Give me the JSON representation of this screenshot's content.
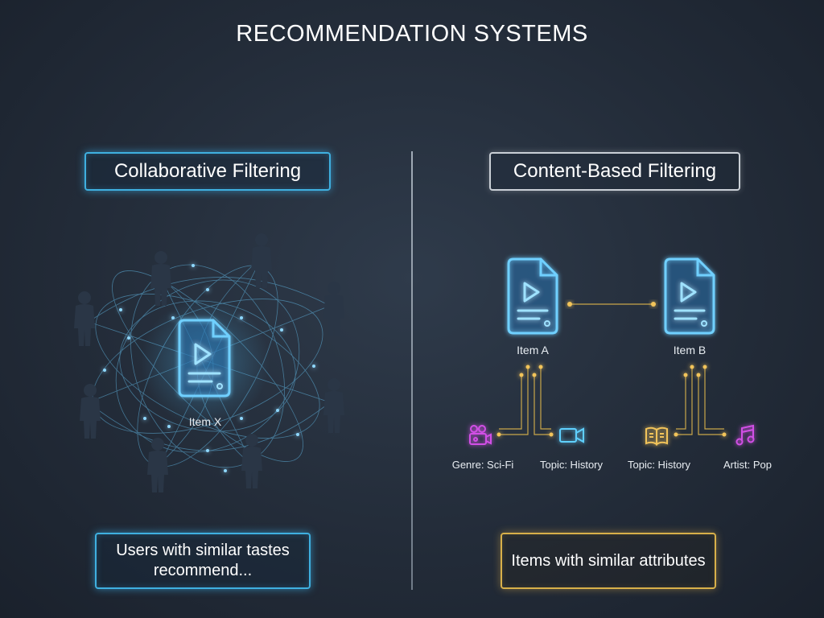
{
  "title": "RECOMMENDATION SYSTEMS",
  "left": {
    "heading": "Collaborative Filtering",
    "center_item": "Item X",
    "caption": "Users with similar tastes recommend..."
  },
  "right": {
    "heading": "Content-Based Filtering",
    "items": [
      {
        "label": "Item A",
        "attributes": [
          "Genre: Sci-Fi",
          "Topic: History"
        ]
      },
      {
        "label": "Item B",
        "attributes": [
          "Topic: History",
          "Artist: Pop"
        ]
      }
    ],
    "caption": "Items with similar attributes"
  },
  "colors": {
    "cyan": "#3fb0e0",
    "gold": "#d8b04a",
    "magenta": "#d24fe6",
    "background": "#232c39"
  },
  "icons": [
    "document-play-icon",
    "user-silhouette-icon",
    "film-camera-icon",
    "video-camera-icon",
    "book-icon",
    "music-note-icon"
  ]
}
